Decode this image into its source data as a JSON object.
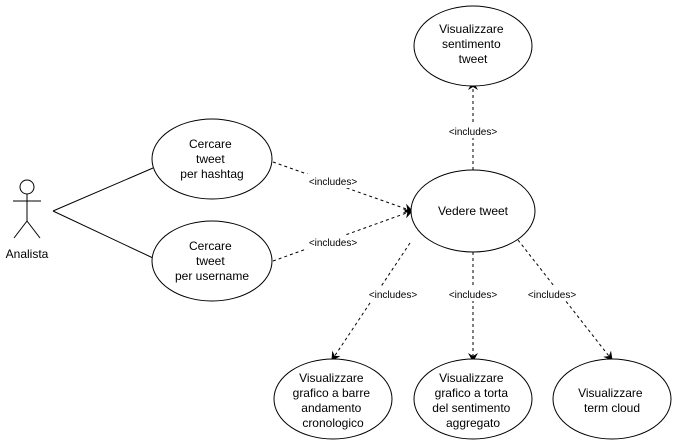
{
  "actor": {
    "name": "Analista"
  },
  "use_cases": {
    "visualizzare_sentimento": [
      "Visualizzare",
      "sentimento",
      "tweet"
    ],
    "cercare_hashtag": [
      "Cercare",
      "tweet",
      "per hashtag"
    ],
    "cercare_username": [
      "Cercare",
      "tweet",
      "per username"
    ],
    "vedere_tweet": [
      "Vedere tweet"
    ],
    "grafico_barre": [
      "Visualizzare",
      "grafico a barre",
      "andamento",
      "cronologico"
    ],
    "grafico_torta": [
      "Visualizzare",
      "grafico a torta",
      "del sentimento",
      "aggregato"
    ],
    "term_cloud": [
      "Visualizzare",
      "term cloud"
    ]
  },
  "relationship_label": "<includes>"
}
